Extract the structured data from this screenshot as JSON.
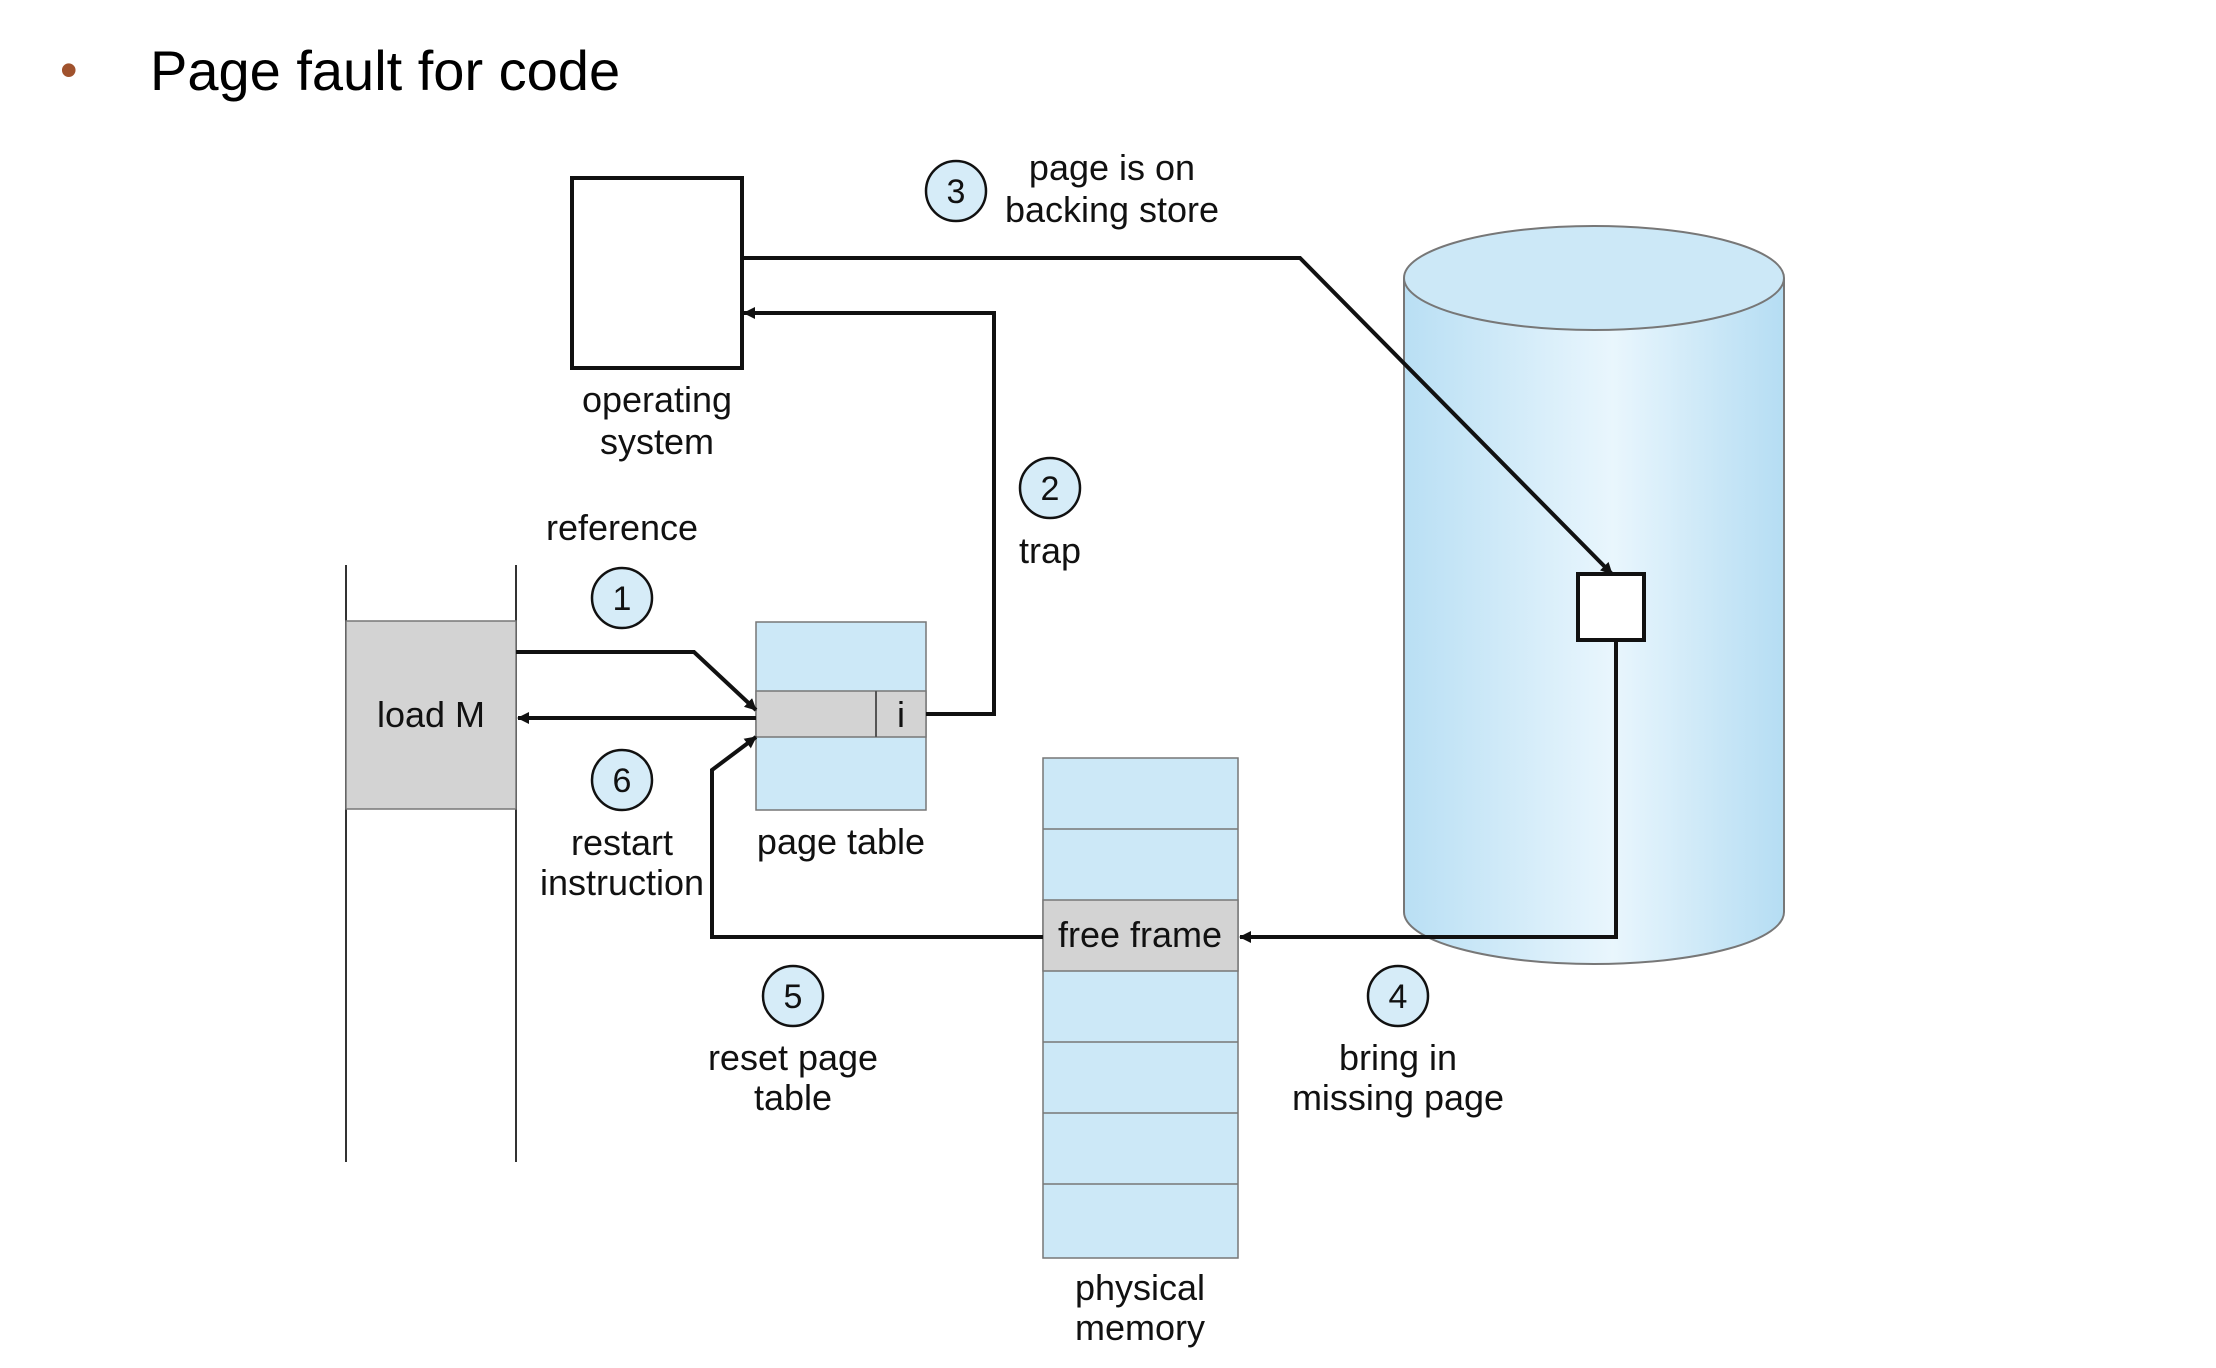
{
  "heading": {
    "bullet": "•",
    "text": "Page fault for code"
  },
  "diagram": {
    "os_label_1": "operating",
    "os_label_2": "system",
    "reference_label": "reference",
    "load_label": "load M",
    "page_table_bit": "i",
    "page_table_label": "page table",
    "restart_label_1": "restart",
    "restart_label_2": "instruction",
    "trap_label": "trap",
    "backing_label_1": "page is on",
    "backing_label_2": "backing store",
    "free_frame_label": "free frame",
    "reset_label_1": "reset page",
    "reset_label_2": "table",
    "bring_label_1": "bring in",
    "bring_label_2": "missing page",
    "phys_label_1": "physical",
    "phys_label_2": "memory",
    "steps": [
      "1",
      "2",
      "3",
      "4",
      "5",
      "6"
    ]
  },
  "colors": {
    "light_blue": "#cce8f7",
    "gray": "#d3d3d3",
    "bullet": "#a0522d",
    "step_circle": "#d6ecf8"
  }
}
